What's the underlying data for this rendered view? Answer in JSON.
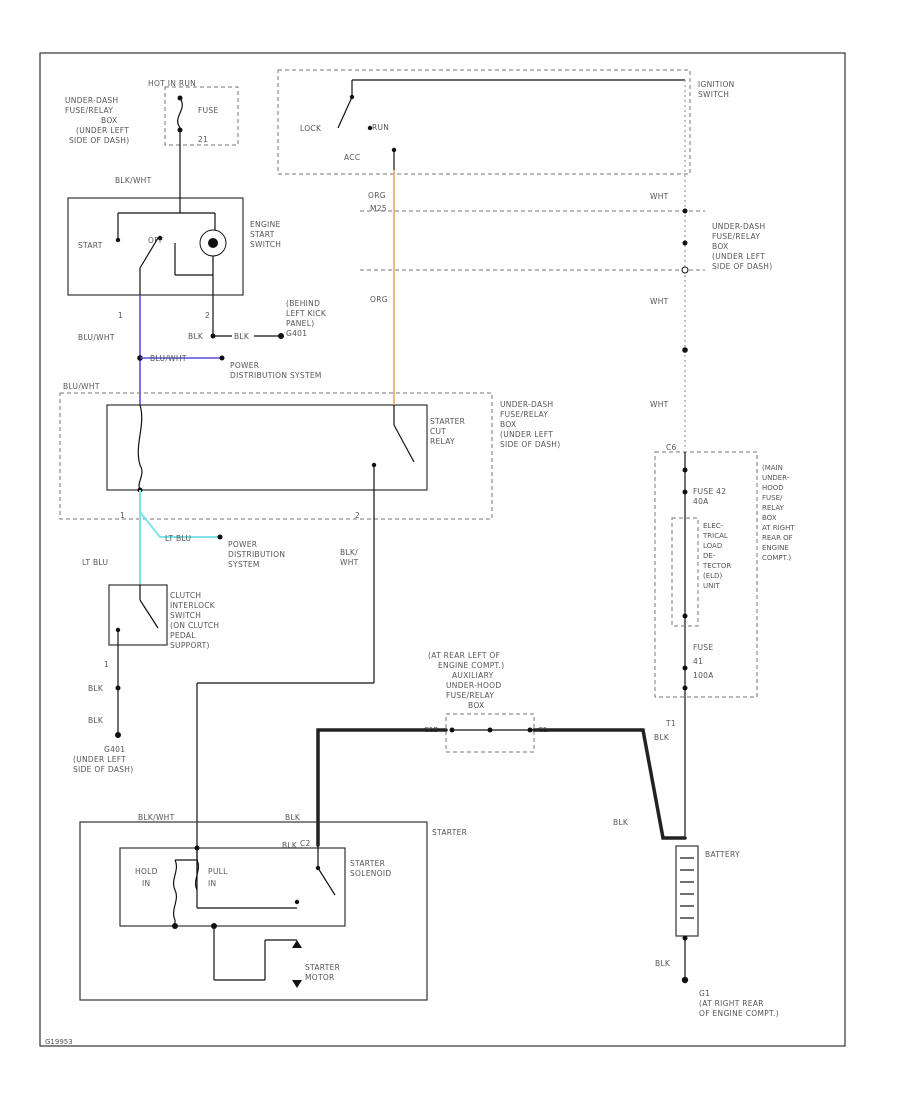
{
  "labels": {
    "hot_in_run": "HOT IN RUN",
    "fuse_box_top": [
      "UNDER-DASH",
      "FUSE/RELAY",
      "BOX",
      "(UNDER LEFT",
      "SIDE OF DASH)"
    ],
    "fuse_top": "FUSE",
    "fuse_top_num": "21",
    "blk_wht_top": "BLK/WHT",
    "engine_start_switch": [
      "ENGINE",
      "START",
      "SWITCH"
    ],
    "start": "START",
    "off": "OFF",
    "pin_1": "1",
    "pin_2": "2",
    "blu_wht_left": "BLU/WHT",
    "blk": "BLK",
    "blk_e": "BLK",
    "behind_left_kick": [
      "(BEHIND",
      "LEFT KICK",
      "PANEL)",
      "G401"
    ],
    "blu_wht_pd": "BLU/WHT",
    "power_dist_1": [
      "POWER",
      "DISTRIBUTION SYSTEM"
    ],
    "blu_wht_relay": "BLU/WHT",
    "starter_cut_relay": [
      "STARTER",
      "CUT",
      "RELAY"
    ],
    "fuse_box_mid": [
      "UNDER-DASH",
      "FUSE/RELAY",
      "BOX",
      "(UNDER LEFT",
      "SIDE OF DASH)"
    ],
    "pin_1b": "1",
    "pin_2b": "2",
    "lt_blu_pd": "LT BLU",
    "power_dist_2": [
      "POWER",
      "DISTRIBUTION",
      "SYSTEM"
    ],
    "blk_wht_right": [
      "BLK/",
      "WHT"
    ],
    "lt_blu": "LT BLU",
    "clutch_switch": [
      "CLUTCH",
      "INTERLOCK",
      "SWITCH",
      "(ON CLUTCH",
      "PEDAL",
      "SUPPORT)"
    ],
    "pin_1c": "1",
    "blk_1": "BLK",
    "blk_2": "BLK",
    "ground_g401": [
      "G401",
      "(UNDER LEFT",
      "SIDE OF DASH)"
    ],
    "lock": "LOCK",
    "run": "RUN",
    "acc": "ACC",
    "ignition_switch": [
      "IGNITION",
      "SWITCH"
    ],
    "org_1": "ORG",
    "org_connector": "M25",
    "org_2": "ORG",
    "wht_1": "WHT",
    "wht_2": "WHT",
    "wht_3": "WHT",
    "fuse_box_right": [
      "UNDER-DASH",
      "FUSE/RELAY",
      "BOX",
      "(UNDER LEFT",
      "SIDE OF DASH)"
    ],
    "c_top": "C6",
    "fuse_42": [
      "FUSE 42",
      "40A"
    ],
    "electrical_load": [
      "ELEC-",
      "TRICAL",
      "LOAD",
      "DE-",
      "TECTOR",
      "(ELD)",
      "UNIT"
    ],
    "fuse_41": [
      "FUSE",
      "41",
      "100A"
    ],
    "under_hood_box": [
      "(MAIN",
      "UNDER-",
      "HOOD",
      "FUSE/",
      "RELAY",
      "BOX",
      "AT RIGHT",
      "REAR OF",
      "ENGINE",
      "COMPT.)"
    ],
    "t1": "T1",
    "blk_batt_top": "BLK",
    "aux_box": [
      "(AT REAR LEFT OF",
      "ENGINE COMPT.)",
      "AUXILIARY",
      "UNDER-HOOD",
      "FUSE/RELAY",
      "BOX"
    ],
    "aux_pin_left": "C1B",
    "aux_pin_right": "C1",
    "blk_b": "BLK",
    "blk_battery_left": "BLK",
    "battery": "BATTERY",
    "blk_bottom": "BLK",
    "ground_g1": [
      "G1",
      "(AT RIGHT REAR",
      "OF ENGINE COMPT.)"
    ],
    "blk_wht_starter": "BLK/WHT",
    "blk_starter": "BLK",
    "starter": "STARTER",
    "c_starter": "C2",
    "hold_in": [
      "HOLD",
      "IN"
    ],
    "pull_in": [
      "PULL",
      "IN"
    ],
    "starter_solenoid": [
      "STARTER",
      "SOLENOID"
    ],
    "starter_motor": [
      "STARTER",
      "MOTOR"
    ],
    "figure_id": "G19953"
  },
  "colors": {
    "blu_wht_wire": "#5a4fe0",
    "org_wire": "#f0a55a",
    "lt_blu_wire": "#7fe3ea",
    "black_wire": "#111111"
  }
}
